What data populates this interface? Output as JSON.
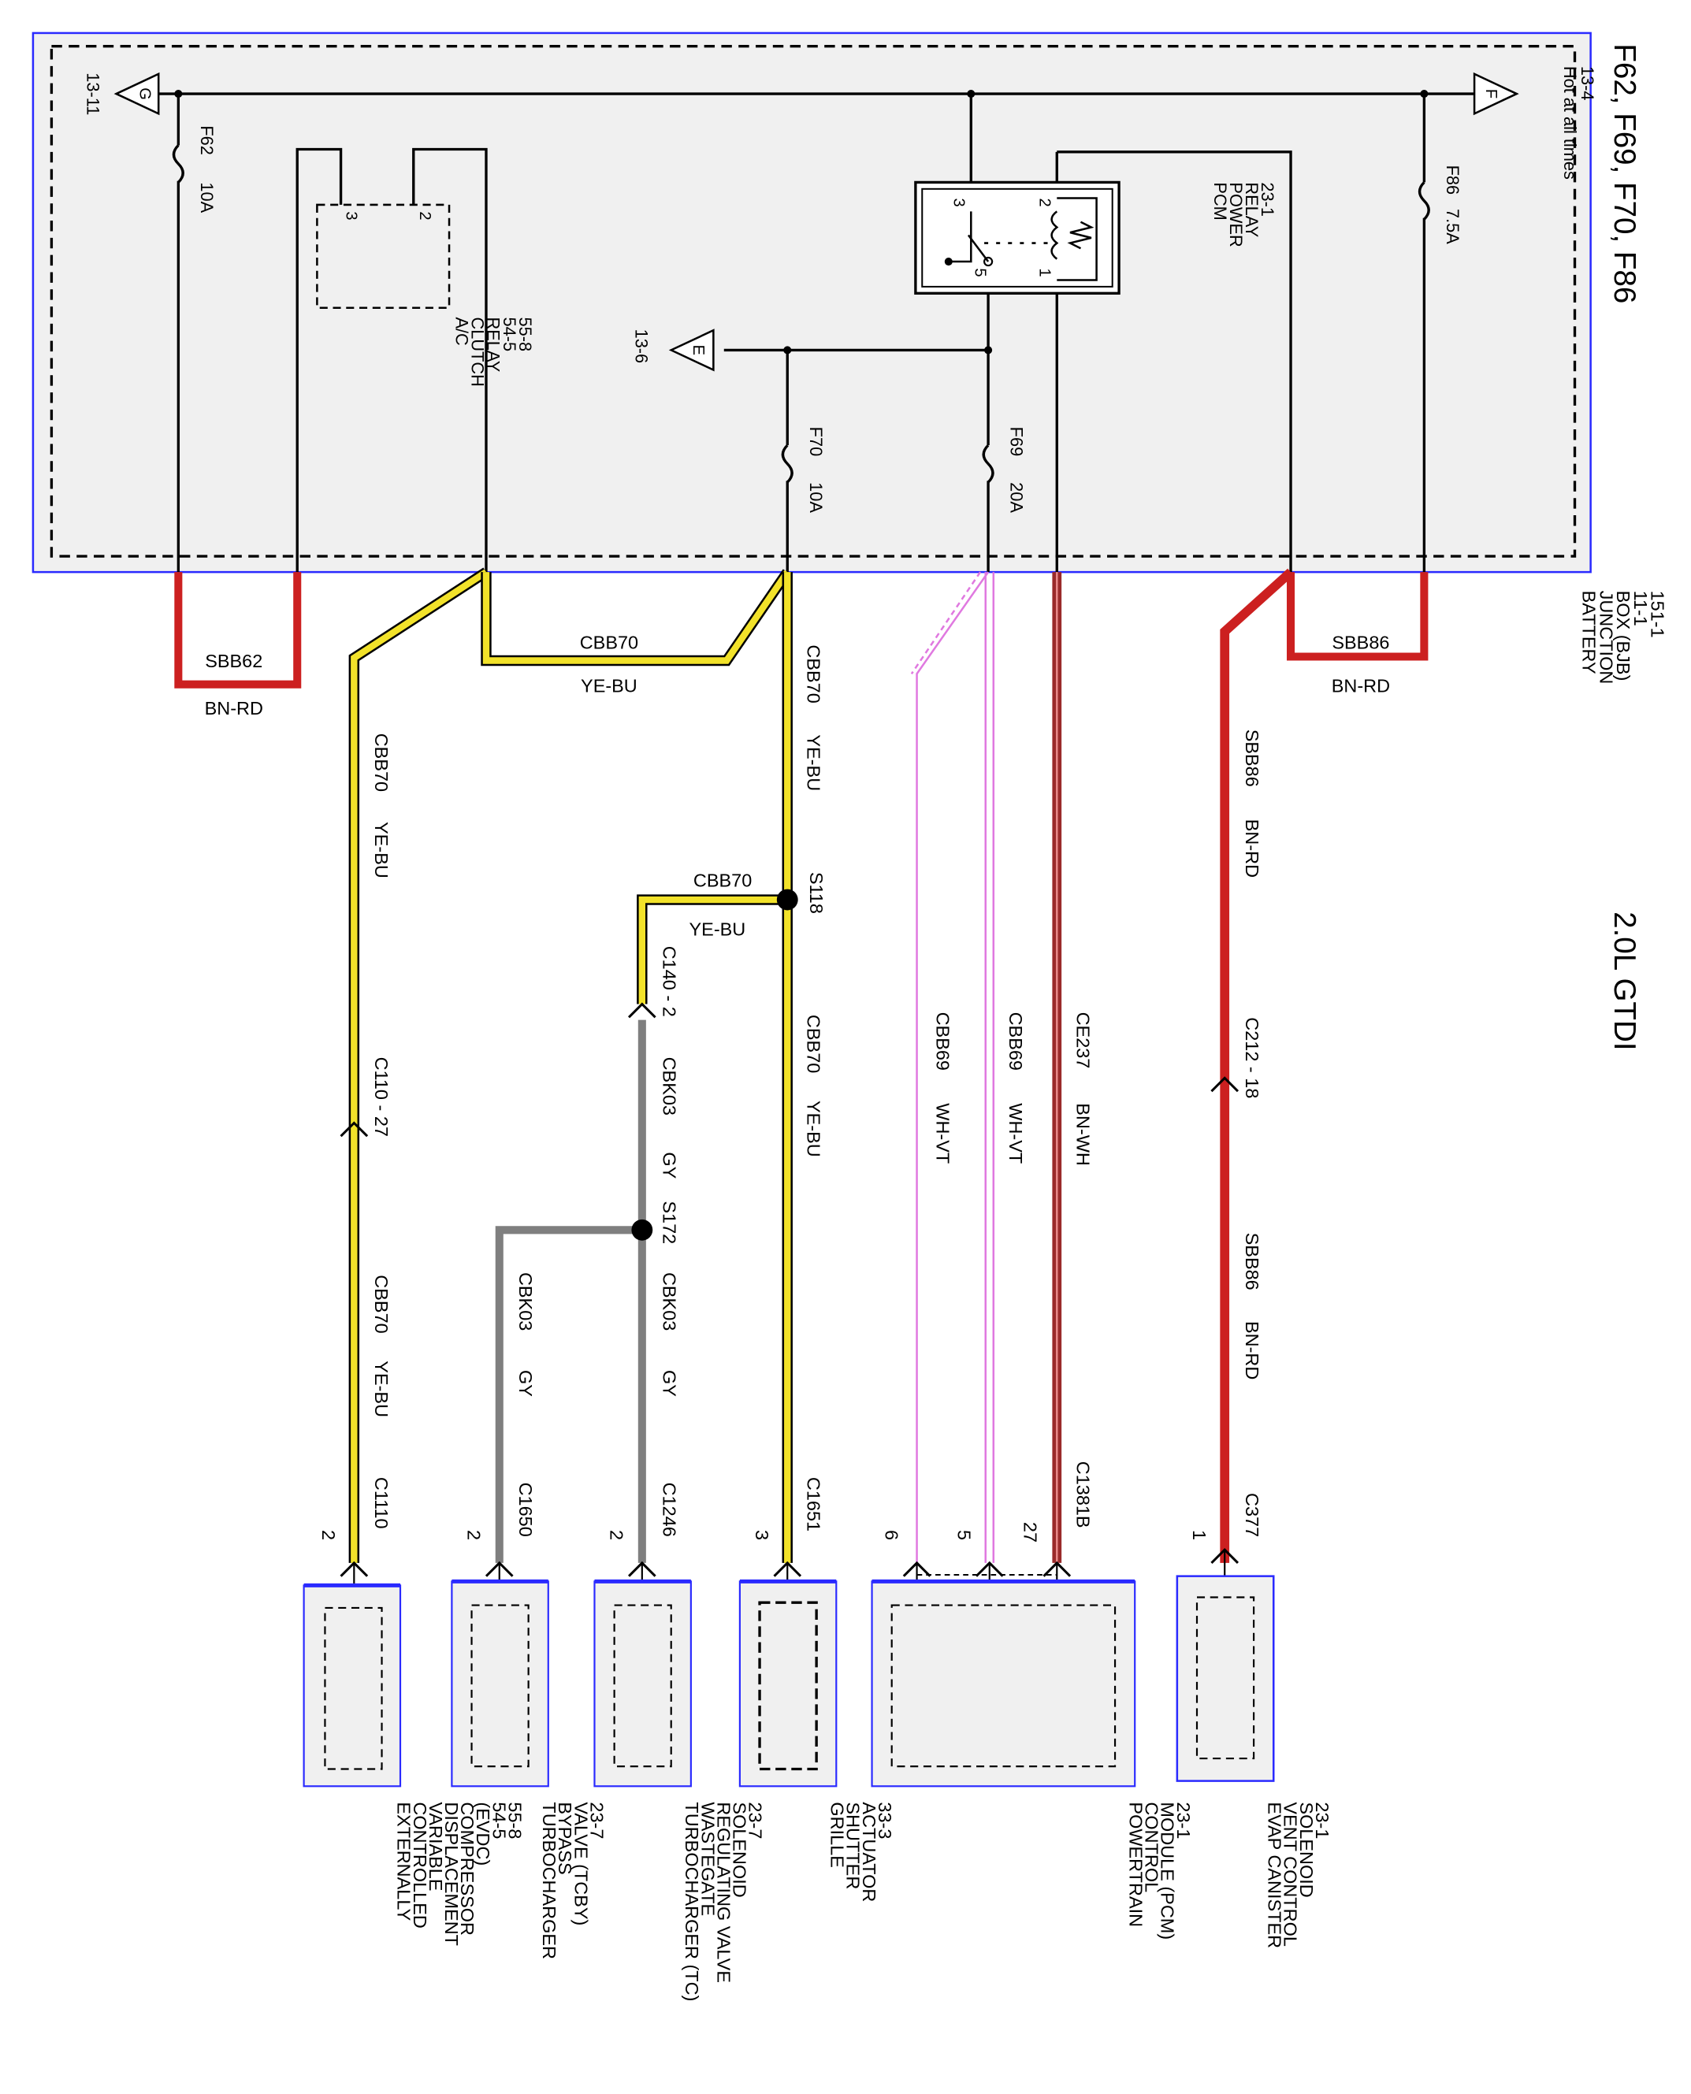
{
  "header": {
    "title": "F62, F69, F70, F86",
    "engine": "2.0L GTDI"
  },
  "bjb": {
    "label": [
      "BATTERY",
      "JUNCTION",
      "BOX (BJB)",
      "11-1",
      "151-1"
    ],
    "hot_at_all_times": [
      "Hot at all times",
      "13-4"
    ]
  },
  "refs": {
    "g_flag": "G",
    "g_page": "13-11",
    "f_flag": "F",
    "e_flag": "E",
    "e_page": "13-6"
  },
  "fuses": {
    "f62": [
      "F62",
      "10A"
    ],
    "f69": [
      "F69",
      "20A"
    ],
    "f70": [
      "F70",
      "10A"
    ],
    "f86": [
      "F86",
      "7.5A"
    ]
  },
  "relays": {
    "ac_clutch": {
      "pins": [
        "3",
        "2"
      ],
      "label": [
        "A/C",
        "CLUTCH",
        "RELAY",
        "54-5",
        "55-8"
      ]
    },
    "pcm_power": {
      "pins": [
        "3",
        "2",
        "5",
        "1"
      ],
      "label": [
        "PCM",
        "POWER",
        "RELAY",
        "23-1"
      ]
    }
  },
  "circuits": {
    "sbb62": "SBB62",
    "bn_rd": "BN-RD",
    "cbb70": "CBB70",
    "ye_bu": "YE-BU",
    "sbb86": "SBB86",
    "cbk03": "CBK03",
    "gy": "GY",
    "cbb69": "CBB69",
    "wh_vt": "WH-VT",
    "ce237": "CE237",
    "bn_wh": "BN-WH"
  },
  "splices": {
    "s118": "S118",
    "s172": "S172"
  },
  "connectors": {
    "c110": "C110 - 27",
    "c140": "C140 - 2",
    "c212": "C212 - 18",
    "c1110": "C1110",
    "c1650": "C1650",
    "c1246": "C1246",
    "c1651": "C1651",
    "c1381b": "C1381B",
    "c377": "C377"
  },
  "pins": {
    "evdc": "2",
    "tcby": "2",
    "tc": "2",
    "grille": "3",
    "pcm_6": "6",
    "pcm_5": "5",
    "pcm_27": "27",
    "evap": "1"
  },
  "components": {
    "evdc": [
      "EXTERNALLY",
      "CONTROLLED",
      "VARIABLE",
      "DISPLACEMENT",
      "COMPRESSOR",
      "(EVDC)",
      "54-5",
      "55-8"
    ],
    "tcby": [
      "TURBOCHARGER",
      "BYPASS",
      "VALVE (TCBY)",
      "23-7"
    ],
    "tc": [
      "TURBOCHARGER (TC)",
      "WASTEGATE",
      "REGULATING VALVE",
      "SOLENOID",
      "23-7"
    ],
    "grille": [
      "GRILLE",
      "SHUTTER",
      "ACTUATOR",
      "33-3"
    ],
    "pcm": [
      "POWERTRAIN",
      "CONTROL",
      "MODULE (PCM)",
      "23-1"
    ],
    "evap": [
      "EVAP CANISTER",
      "VENT CONTROL",
      "SOLENOID",
      "23-1"
    ]
  },
  "colors": {
    "bn_rd_wire": "#cc2020",
    "ye_bu_wire": "#f2e22a",
    "gy_wire": "#7f7f7f",
    "wh_vt_wire": "#e079e0",
    "bn_wh_wire": "#9a2a2a",
    "box_border": "#2a2aff"
  }
}
